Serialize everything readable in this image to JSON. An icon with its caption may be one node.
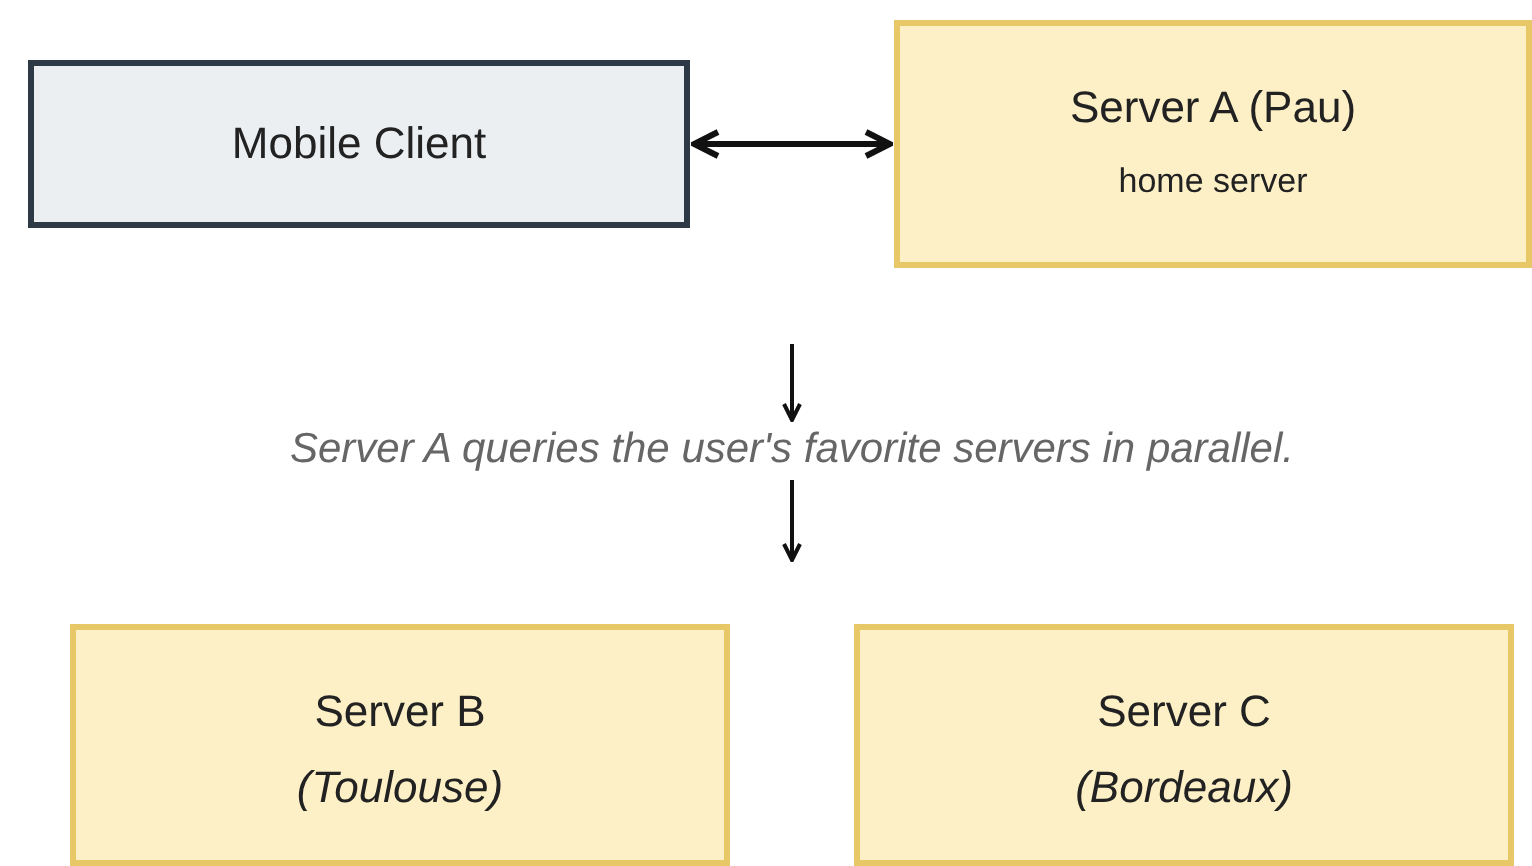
{
  "diagram": {
    "nodes": [
      {
        "text": [
          "Mobile Client"
        ]
      },
      {
        "text": [
          "Server A (Pau)",
          "home server"
        ]
      },
      {
        "text": [
          "Server A queries the user's favorite servers in parallel."
        ]
      },
      {
        "text": [
          "Server B",
          "(Toulouse)"
        ]
      },
      {
        "text": [
          "Server C",
          "(Bordeaux)"
        ]
      }
    ],
    "edges": [
      {
        "from": 0,
        "to": 1,
        "arrow": "both"
      },
      {
        "from": null,
        "to": 2,
        "arrow": "to"
      },
      {
        "from": 2,
        "to": null,
        "arrow": "to"
      }
    ]
  }
}
